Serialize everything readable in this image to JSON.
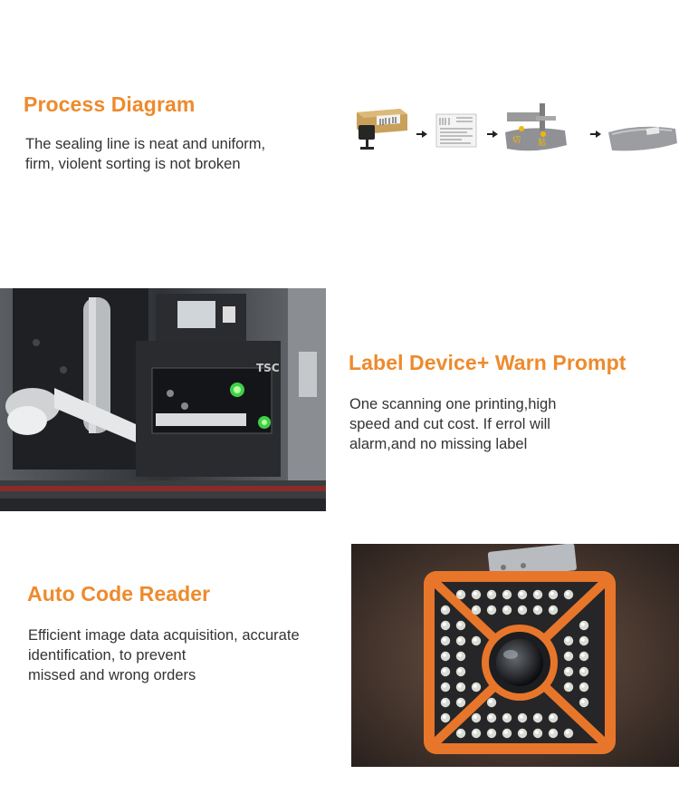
{
  "process": {
    "title": "Process Diagram",
    "description": [
      "The sealing line is neat and uniform,",
      "firm, violent sorting is not broken"
    ],
    "steps": [
      "scanner-box",
      "shipping-label",
      "label-applicator",
      "sealed-bag"
    ],
    "step_labels": [
      "切",
      "贴"
    ]
  },
  "label_device": {
    "title": "Label Device+ Warn Prompt",
    "description": [
      "One scanning one printing,high",
      "speed and cut cost. If errol will",
      "alarm,and no missing label"
    ],
    "printer_brand": "TSC"
  },
  "code_reader": {
    "title": "Auto Code Reader",
    "description": [
      "Efficient image data acquisition, accurate",
      "identification, to prevent",
      "missed and wrong orders"
    ]
  },
  "colors": {
    "accent": "#ee8a2c",
    "text": "#333333",
    "reader_orange": "#e8762a",
    "printer_body": "#2a2b2e"
  }
}
